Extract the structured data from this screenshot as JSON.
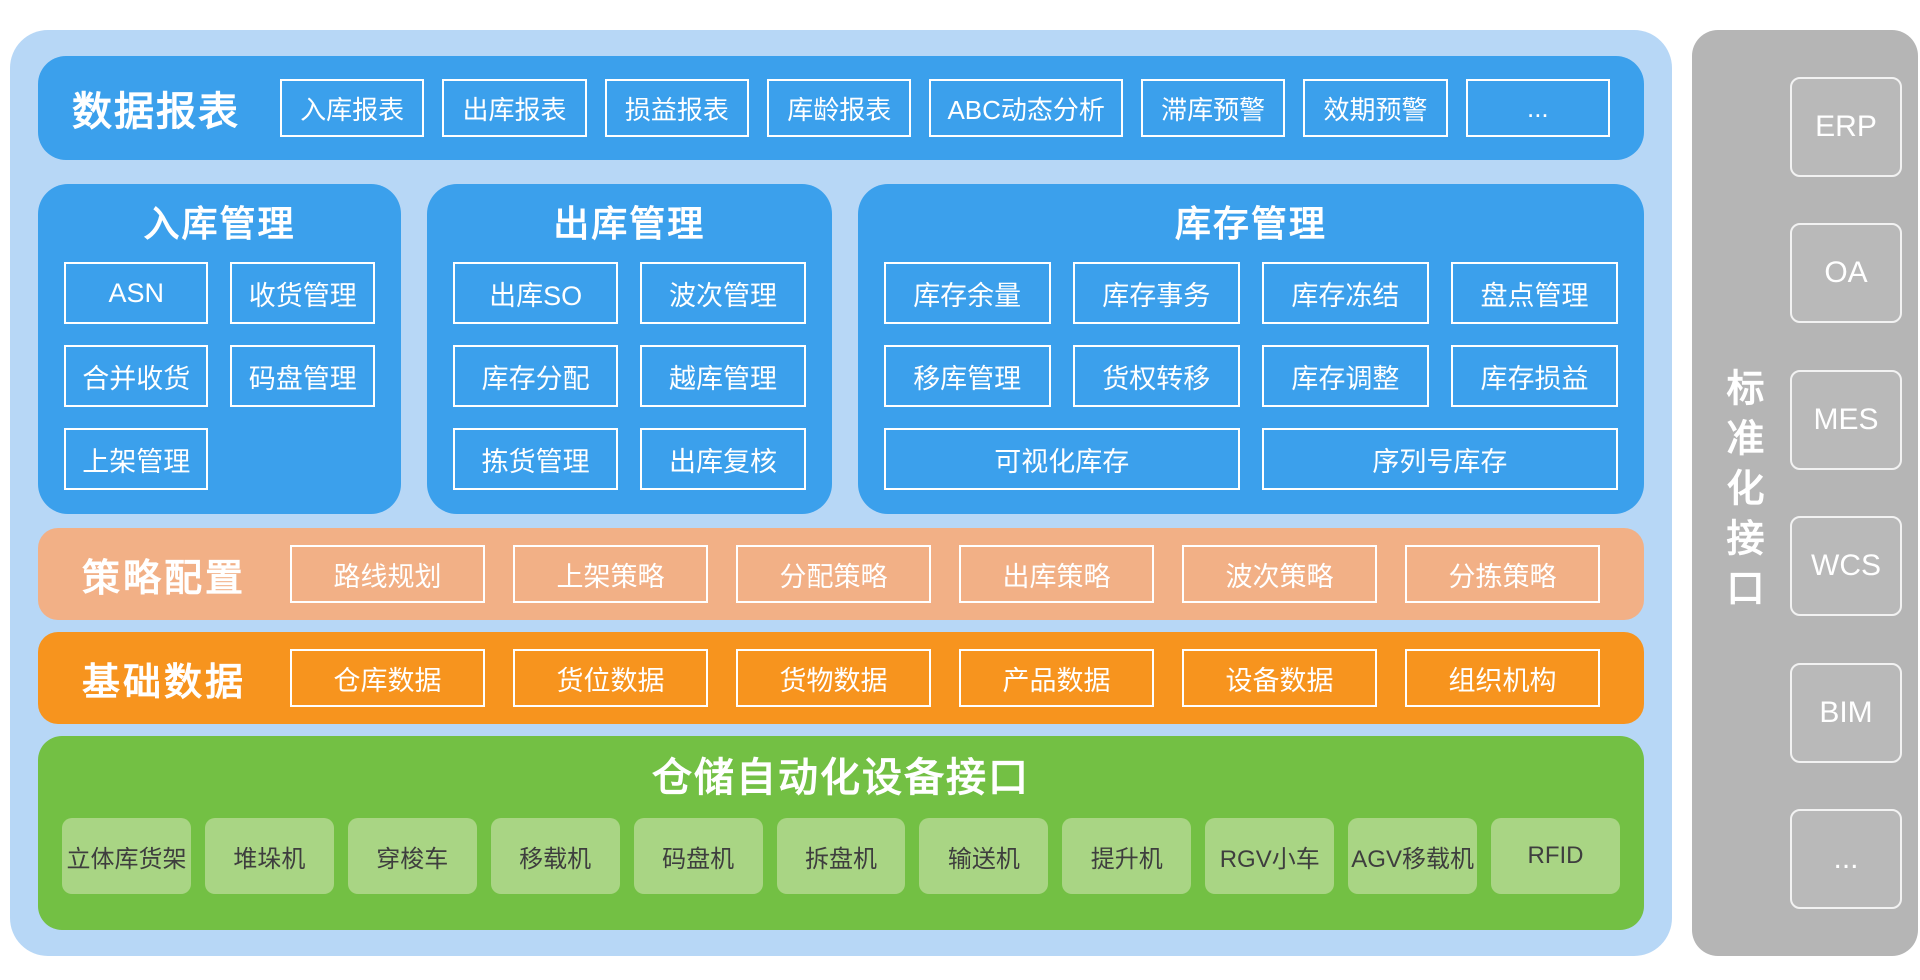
{
  "report_bar": {
    "title": "数据报表",
    "items": [
      "入库报表",
      "出库报表",
      "损益报表",
      "库龄报表",
      "ABC动态分析",
      "滞库预警",
      "效期预警",
      "..."
    ]
  },
  "panels": [
    {
      "title": "入库管理",
      "items": [
        "ASN",
        "收货管理",
        "合并收货",
        "码盘管理",
        "上架管理"
      ]
    },
    {
      "title": "出库管理",
      "items": [
        "出库SO",
        "波次管理",
        "库存分配",
        "越库管理",
        "拣货管理",
        "出库复核"
      ]
    },
    {
      "title": "库存管理",
      "items": [
        "库存余量",
        "库存事务",
        "库存冻结",
        "盘点管理",
        "移库管理",
        "货权转移",
        "库存调整",
        "库存损益",
        "可视化库存",
        "序列号库存"
      ]
    }
  ],
  "strategy_bar": {
    "title": "策略配置",
    "items": [
      "路线规划",
      "上架策略",
      "分配策略",
      "出库策略",
      "波次策略",
      "分拣策略"
    ]
  },
  "basedata_bar": {
    "title": "基础数据",
    "items": [
      "仓库数据",
      "货位数据",
      "货物数据",
      "产品数据",
      "设备数据",
      "组织机构"
    ]
  },
  "device_section": {
    "title": "仓储自动化设备接口",
    "items": [
      "立体库货架",
      "堆垛机",
      "穿梭车",
      "移载机",
      "码盘机",
      "拆盘机",
      "输送机",
      "提升机",
      "RGV小车",
      "AGV移载机",
      "RFID"
    ]
  },
  "sidebar": {
    "title": "标准化接口",
    "items": [
      "ERP",
      "OA",
      "MES",
      "WCS",
      "BIM",
      "..."
    ]
  },
  "colors": {
    "container_bg": "#b7d7f6",
    "blue": "#3ba0ec",
    "salmon": "#f2b086",
    "orange": "#f7941e",
    "green": "#73c044",
    "light_green_box": "#a9d584",
    "gray_sidebar": "#b5b5b5",
    "box_border": "#ffffff"
  }
}
